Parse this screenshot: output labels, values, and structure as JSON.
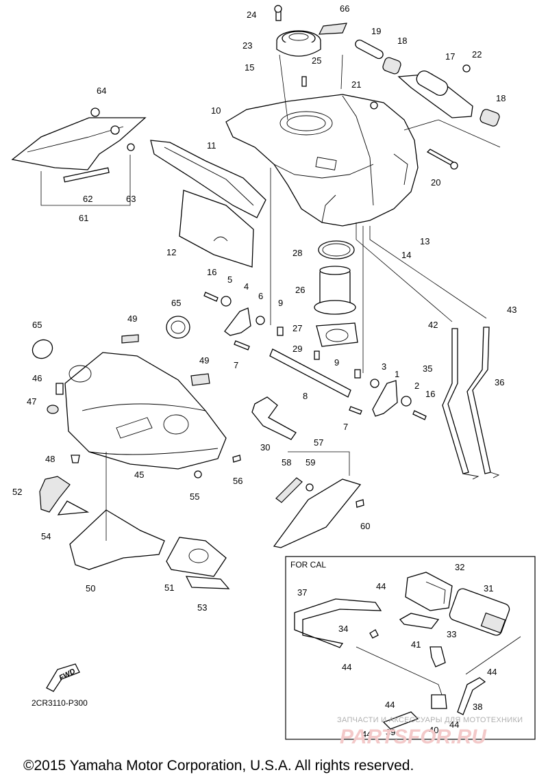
{
  "diagram": {
    "drawing_code": "2CR3110-P300",
    "copyright": "©2015 Yamaha Motor Corporation, U.S.A. All rights reserved.",
    "inset_label": "FOR CAL",
    "direction_badge": "FWD",
    "watermark": {
      "caption": "ЗАПЧАСТИ И АКСЕССУАРЫ ДЛЯ МОТОТЕХНИКИ",
      "site": "PARTSFOR.RU"
    },
    "callouts": [
      "1",
      "2",
      "3",
      "4",
      "5",
      "6",
      "7",
      "8",
      "9",
      "10",
      "11",
      "12",
      "13",
      "14",
      "15",
      "16",
      "17",
      "18",
      "19",
      "20",
      "21",
      "22",
      "23",
      "24",
      "25",
      "26",
      "27",
      "28",
      "29",
      "30",
      "31",
      "32",
      "33",
      "34",
      "35",
      "36",
      "37",
      "38",
      "39",
      "40",
      "41",
      "42",
      "43",
      "44",
      "45",
      "46",
      "47",
      "48",
      "49",
      "50",
      "51",
      "52",
      "53",
      "54",
      "55",
      "56",
      "57",
      "58",
      "59",
      "60",
      "61",
      "62",
      "63",
      "64",
      "65",
      "66"
    ]
  }
}
